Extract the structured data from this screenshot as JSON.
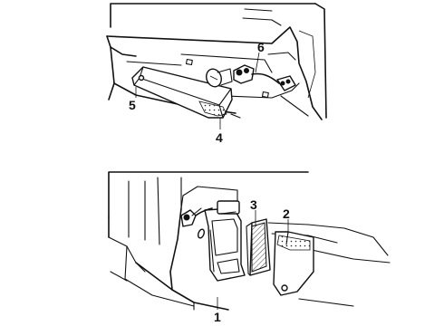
{
  "callouts": {
    "c1": "1",
    "c2": "2",
    "c3": "3",
    "c4": "4",
    "c5": "5",
    "c6": "6"
  },
  "icons": {
    "bulb": "bulb-icon",
    "socket": "socket-icon"
  }
}
